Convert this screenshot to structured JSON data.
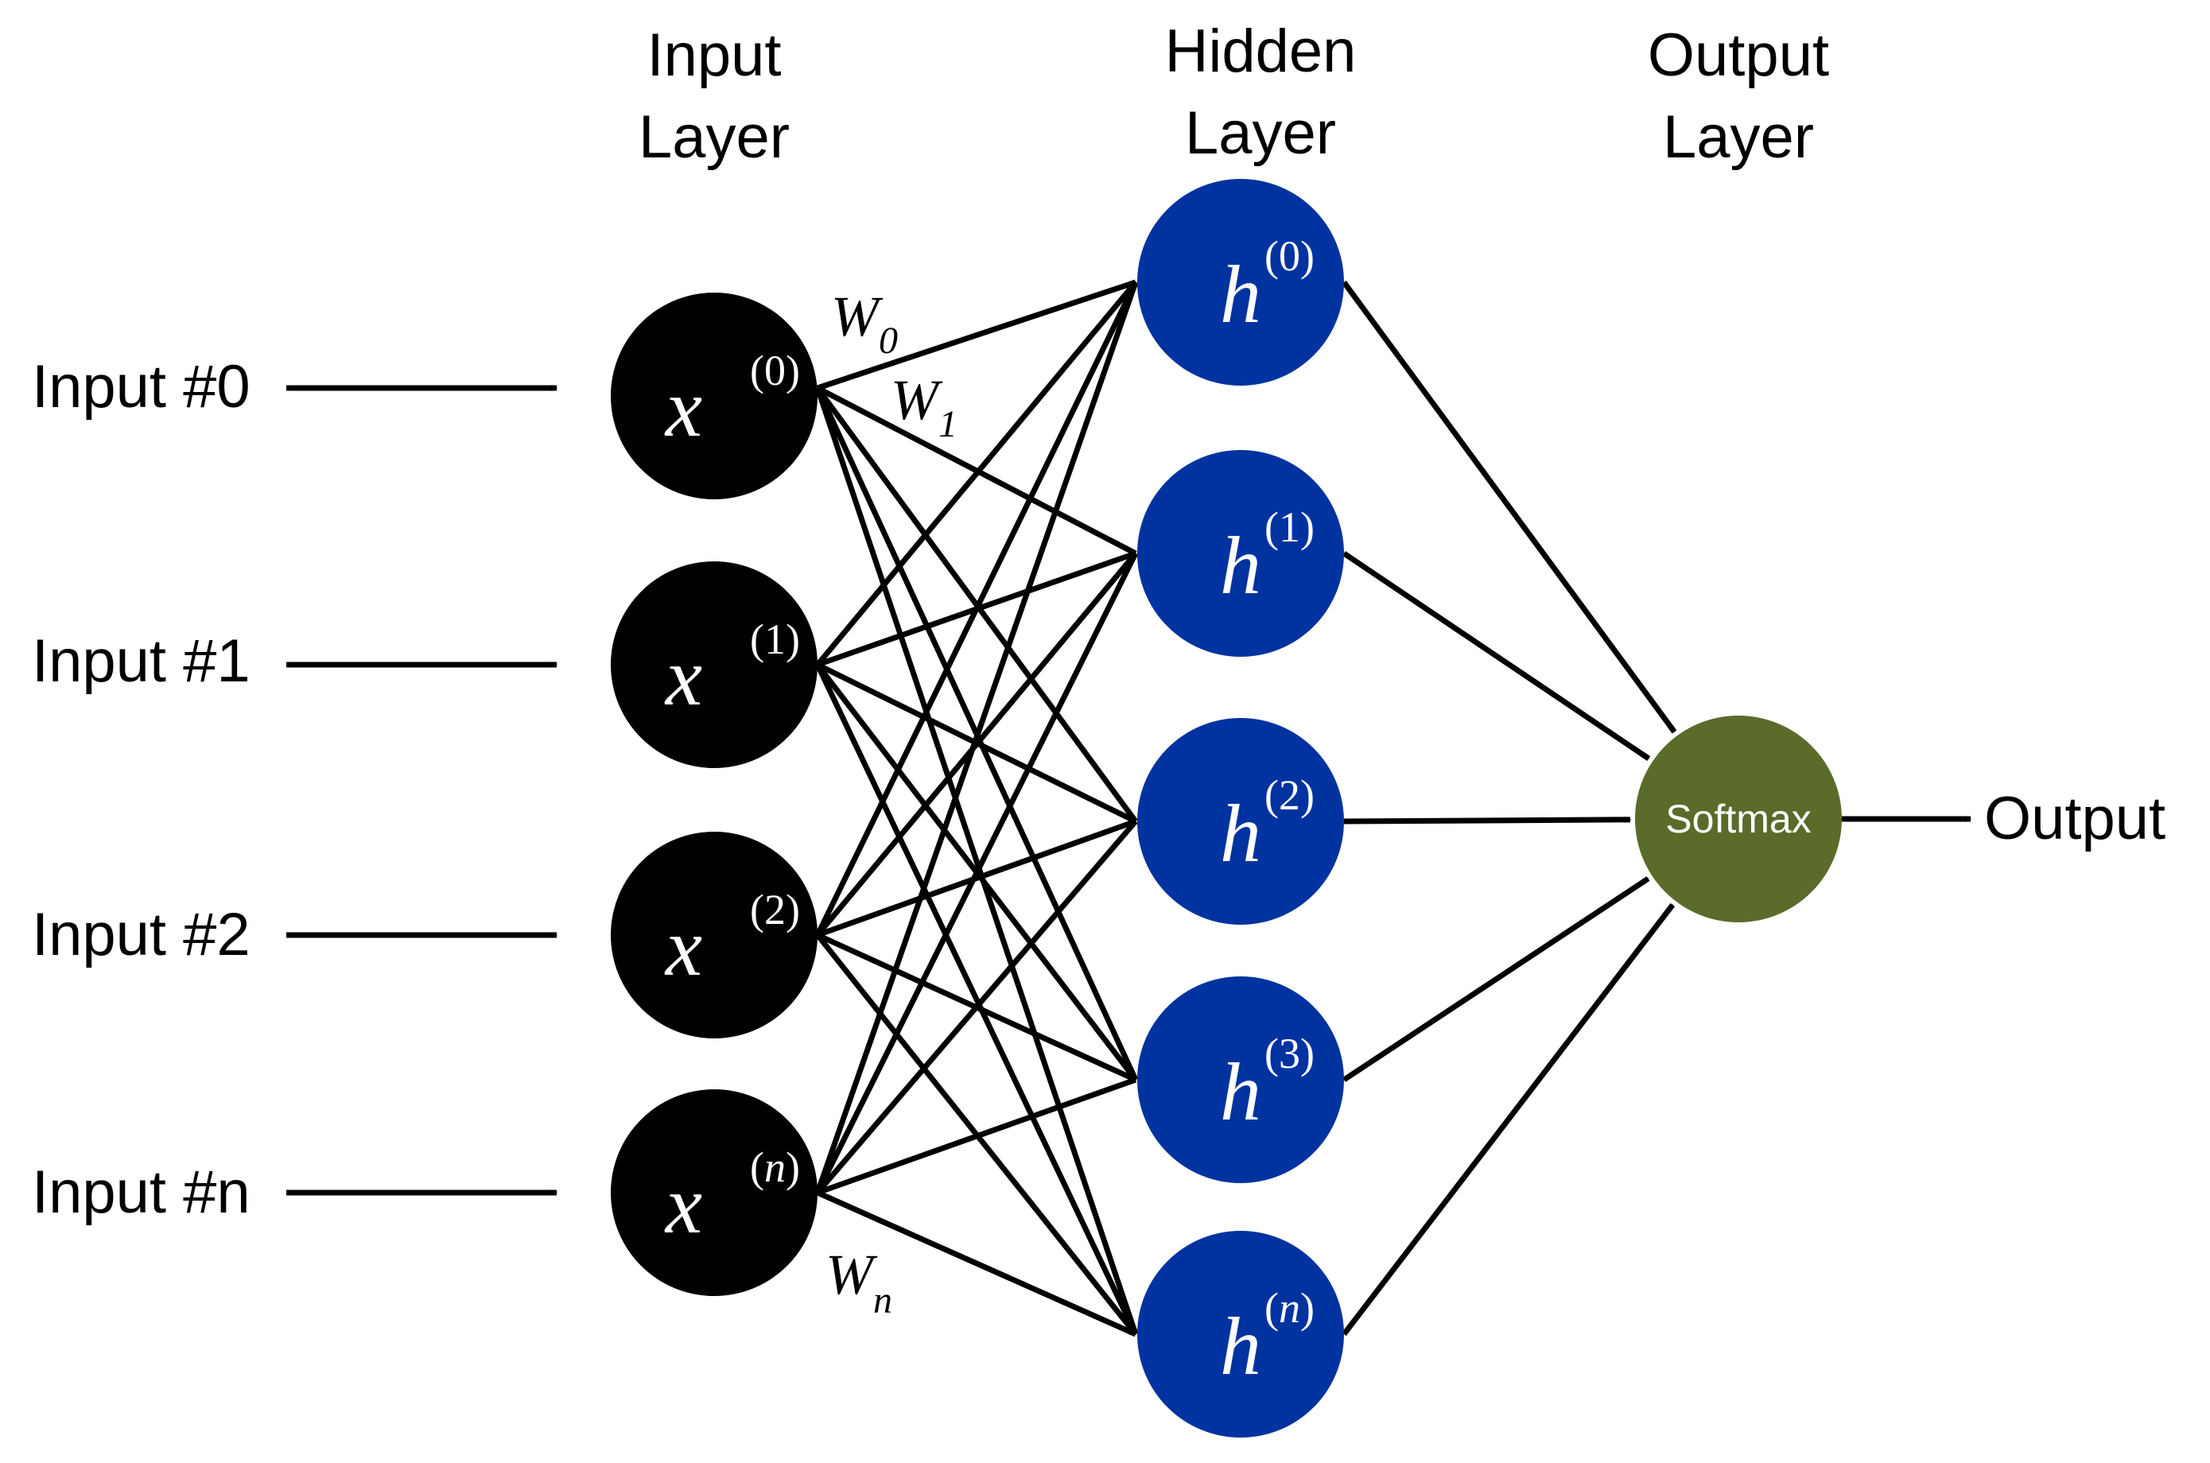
{
  "layers": {
    "input": {
      "title_line1": "Input",
      "title_line2": "Layer"
    },
    "hidden": {
      "title_line1": "Hidden",
      "title_line2": "Layer"
    },
    "output": {
      "title_line1": "Output",
      "title_line2": "Layer"
    }
  },
  "inputs": [
    {
      "label": "Input #0",
      "var": "x",
      "sup": "0",
      "sup_italic": false
    },
    {
      "label": "Input #1",
      "var": "x",
      "sup": "1",
      "sup_italic": false
    },
    {
      "label": "Input #2",
      "var": "x",
      "sup": "2",
      "sup_italic": false
    },
    {
      "label": "Input #n",
      "var": "x",
      "sup": "n",
      "sup_italic": true
    }
  ],
  "hidden": [
    {
      "var": "h",
      "sup": "0",
      "sup_italic": false
    },
    {
      "var": "h",
      "sup": "1",
      "sup_italic": false
    },
    {
      "var": "h",
      "sup": "2",
      "sup_italic": false
    },
    {
      "var": "h",
      "sup": "3",
      "sup_italic": false
    },
    {
      "var": "h",
      "sup": "n",
      "sup_italic": true
    }
  ],
  "weights": [
    {
      "var": "W",
      "sub": "0"
    },
    {
      "var": "W",
      "sub": "1"
    },
    {
      "var": "W",
      "sub": "n"
    }
  ],
  "softmax": {
    "label": "Softmax"
  },
  "output": {
    "label": "Output"
  },
  "colors": {
    "input_node": "#000000",
    "hidden_node": "#0033A0",
    "softmax_node": "#5A6B2A",
    "edge": "#000000"
  }
}
